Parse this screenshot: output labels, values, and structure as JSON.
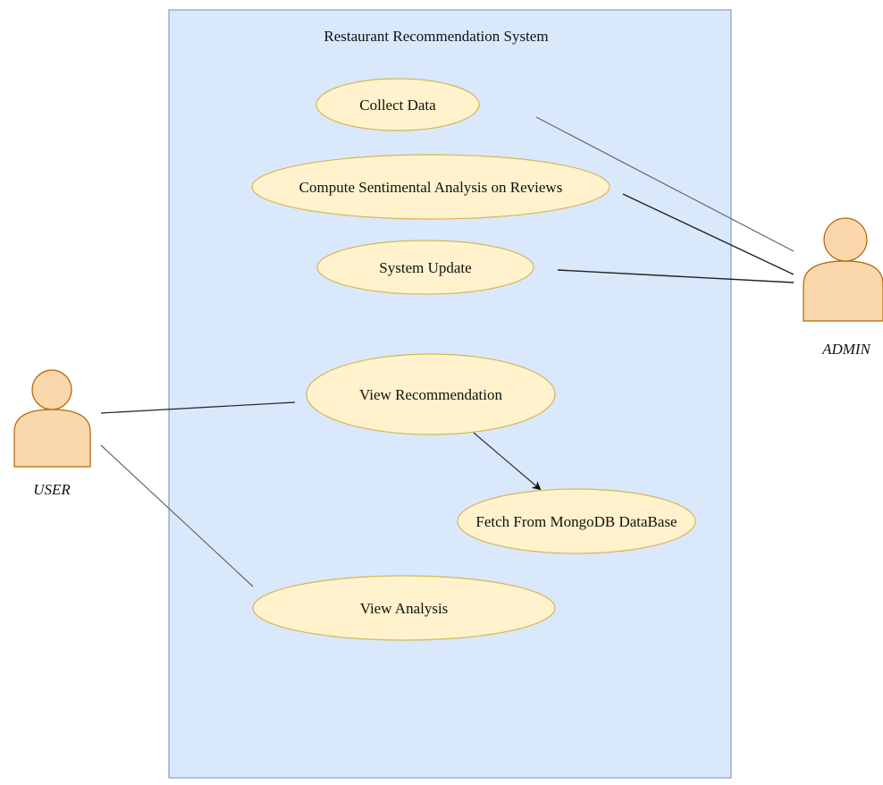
{
  "system": {
    "title": "Restaurant Recommendation System"
  },
  "use_cases": {
    "collect_data": "Collect Data",
    "sentiment": "Compute Sentimental Analysis on Reviews",
    "system_update": "System Update",
    "view_recommendation": "View Recommendation",
    "fetch_mongodb": "Fetch From MongoDB DataBase",
    "view_analysis": "View Analysis"
  },
  "actors": {
    "admin": "ADMIN",
    "user": "USER"
  },
  "colors": {
    "boundary_fill": "#dae8fc",
    "boundary_stroke": "#6c8ebf",
    "usecase_fill": "#fff2cc",
    "usecase_stroke": "#d6b656",
    "actor_fill": "#fad7ac",
    "actor_stroke": "#b46504",
    "line": "#555555"
  }
}
